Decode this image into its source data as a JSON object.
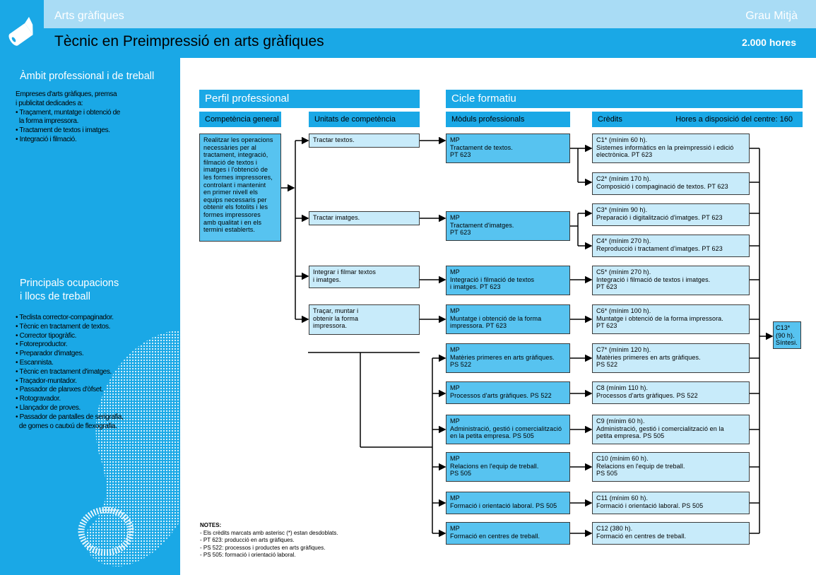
{
  "header": {
    "category": "Arts gràfiques",
    "level": "Grau Mitjà",
    "title": "Tècnic en Preimpressió en arts gràfiques",
    "hours": "2.000 hores"
  },
  "sidebar": {
    "scope_heading": "Àmbit professional i de treball",
    "scope_text": "Empreses d'arts gràfiques, premsa\ni publicitat dedicades a:\n• Traçament, muntatge i obtenció de\n  la forma impressora.\n• Tractament de textos i imatges.\n• Integració i filmació.",
    "occupations_heading": "Principals ocupacions\ni llocs de treball",
    "occupations_text": "• Teclista corrector-compaginador.\n• Tècnic en tractament de textos.\n• Corrector tipogràfic.\n• Fotoreproductor.\n• Preparador d'imatges.\n• Escannista.\n• Tècnic en tractament d'imatges.\n• Traçador-muntador.\n• Passador de planxes d'òfset.\n• Rotogravador.\n• Llançador de proves.\n• Passador de pantalles de serigrafia,\n  de gomes o cautxú de flexografia."
  },
  "profile": {
    "heading": "Perfil professional",
    "general_competence_label": "Competència general",
    "units_label": "Unitats de competència",
    "general_competence": "Realitzar les operacions\nnecessàries per al\ntractament, integració,\nfilmació de textos i\nimatges i l'obtenció de\nles formes impressores,\ncontrolant i mantenint\nen primer nivell els\nequips necessaris per\nobtenir els fotolits i les\nformes impressores\namb qualitat i en els\ntermini establerts.",
    "units": [
      "Tractar textos.",
      "Tractar imatges.",
      "Integrar i filmar textos\ni imatges.",
      "Traçar, muntar i\nobtenir la forma\nimpressora."
    ]
  },
  "cycle": {
    "heading": "Cicle formatiu",
    "modules_label": "Mòduls professionals",
    "credits_label": "Crèdits",
    "centre_hours": "Hores a disposició del centre: 160",
    "modules": [
      "MP\nTractament de textos.\nPT 623",
      "MP\nTractament d'imatges.\nPT 623",
      "MP\nIntegració i filmació de textos\ni imatges. PT 623",
      "MP\nMuntatge i obtenció de la forma\nimpressora. PT 623",
      "MP\nMatèries primeres en arts gràfiques.\nPS 522",
      "MP\nProcessos d'arts gràfiques. PS 522",
      "MP\nAdministració, gestió i comercialització\nen la petita empresa. PS 505",
      "MP\nRelacions en l'equip de treball.\nPS 505",
      "MP\nFormació i orientació laboral. PS 505",
      "MP\nFormació en centres de treball."
    ],
    "credits": [
      "C1* (mínim 60 h).\nSistemes informàtics en la preimpressió i edició\nelectrònica. PT 623",
      "C2* (mínim 170 h).\nComposició i compaginació de textos. PT 623",
      "C3* (mínim 90 h).\nPreparació i digitalització d'imatges. PT 623",
      "C4* (mínim 270 h).\nReproducció i tractament d'imatges. PT 623",
      "C5* (mínim 270 h).\nIntegració i filmació de textos i imatges.\nPT 623",
      "C6* (mínim 100 h).\nMuntatge i obtenció de la forma impressora.\nPT 623",
      "C7* (mínim 120 h).\nMatèries primeres en arts gràfiques.\nPS 522",
      "C8 (mínim 110 h).\nProcessos d'arts gràfiques. PS 522",
      "C9 (mínim 60 h).\nAdministració, gestió i comercialització en la\npetita empresa. PS 505",
      "C10 (mínim 60 h).\nRelacions en l'equip de treball.\nPS 505",
      "C11 (mínim 60 h).\nFormació i orientació laboral. PS 505",
      "C12 (380 h).\nFormació en centres de treball."
    ],
    "synthesis": "C13*\n(90 h).\nSíntesi."
  },
  "notes": {
    "title": "NOTES:",
    "lines": "- Els crèdits marcats amb asterisc (*) estan desdoblats.\n- PT 623: producció en arts gràfiques.\n- PS 522: processos i productes en arts gràfiques.\n- PS 505: formació i orientació laboral."
  },
  "colors": {
    "blue": "#1aa8e6",
    "light_blue": "#a9dcf5",
    "box_dark": "#57c3f0",
    "box_light": "#c8ebfa"
  }
}
